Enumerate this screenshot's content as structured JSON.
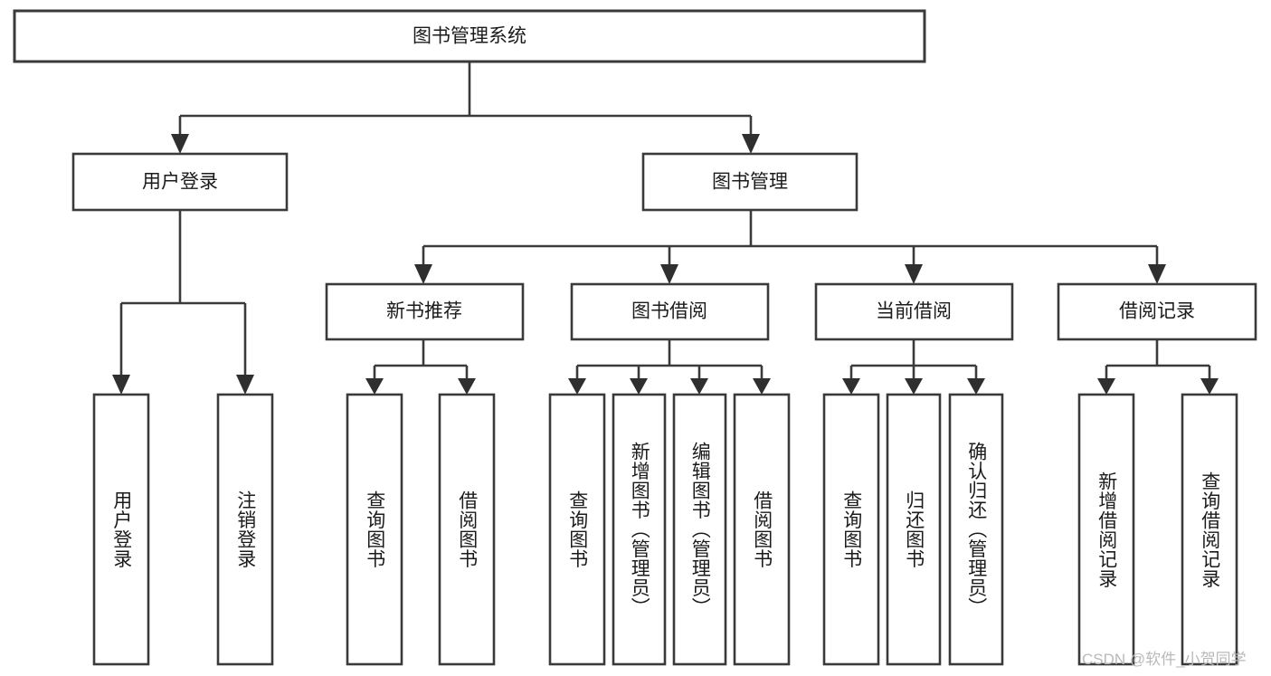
{
  "diagram": {
    "type": "tree-hierarchy",
    "title": "图书管理系统",
    "orientation": "top-down",
    "colors": {
      "background": "#ffffff",
      "box_fill": "#ffffff",
      "box_stroke": "#3a3a3a",
      "connector": "#3a3a3a",
      "text": "#1b1b1b",
      "watermark": "#b9b9b9"
    },
    "root": {
      "label": "图书管理系统",
      "text_direction": "horizontal"
    },
    "level2": [
      {
        "label": "用户登录",
        "text_direction": "horizontal"
      },
      {
        "label": "图书管理",
        "text_direction": "horizontal"
      }
    ],
    "level3": [
      {
        "label": "新书推荐",
        "text_direction": "horizontal",
        "parent": "图书管理"
      },
      {
        "label": "图书借阅",
        "text_direction": "horizontal",
        "parent": "图书管理"
      },
      {
        "label": "当前借阅",
        "text_direction": "horizontal",
        "parent": "图书管理"
      },
      {
        "label": "借阅记录",
        "text_direction": "horizontal",
        "parent": "图书管理"
      }
    ],
    "leaves": {
      "user_login": [
        {
          "label": "用户登录",
          "text_direction": "vertical"
        },
        {
          "label": "注销登录",
          "text_direction": "vertical"
        }
      ],
      "new_book_recommend": [
        {
          "label": "查询图书",
          "text_direction": "vertical"
        },
        {
          "label": "借阅图书",
          "text_direction": "vertical"
        }
      ],
      "book_borrow": [
        {
          "label": "查询图书",
          "text_direction": "vertical"
        },
        {
          "label": "新增图书（管理员）",
          "text_direction": "vertical"
        },
        {
          "label": "编辑图书（管理员）",
          "text_direction": "vertical"
        },
        {
          "label": "借阅图书",
          "text_direction": "vertical"
        }
      ],
      "current_borrow": [
        {
          "label": "查询图书",
          "text_direction": "vertical"
        },
        {
          "label": "归还图书",
          "text_direction": "vertical"
        },
        {
          "label": "确认归还（管理员）",
          "text_direction": "vertical"
        }
      ],
      "borrow_record": [
        {
          "label": "新增借阅记录",
          "text_direction": "vertical"
        },
        {
          "label": "查询借阅记录",
          "text_direction": "vertical"
        }
      ]
    },
    "watermark": "CSDN @软件_小贺同学"
  }
}
